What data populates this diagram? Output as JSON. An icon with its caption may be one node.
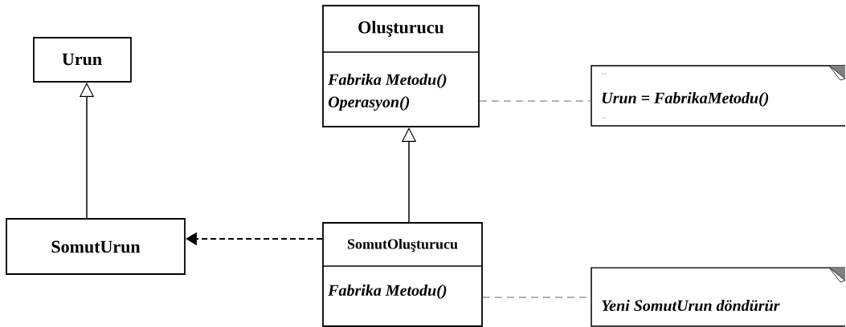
{
  "diagram": {
    "nodes": [
      {
        "text": [
          "Urun"
        ]
      },
      {
        "text": [
          "Oluşturucu",
          "Fabrika Metodu()",
          "Operasyon()"
        ]
      },
      {
        "text": [
          "...",
          "Urun = FabrikaMetodu()",
          "..."
        ]
      },
      {
        "text": [
          "SomutUrun"
        ]
      },
      {
        "text": [
          "SomutOluşturucu",
          "Fabrika Metodu()"
        ]
      },
      {
        "text": [
          "Yeni SomutUrun döndürür"
        ]
      }
    ],
    "edges": [
      {
        "from": 3,
        "to": 0,
        "arrow": "to"
      },
      {
        "from": 4,
        "to": 1,
        "arrow": "to"
      },
      {
        "from": 4,
        "to": 3,
        "arrow": "to",
        "style": "dashed"
      },
      {
        "from": 1,
        "to": 2,
        "arrow": "none",
        "style": "dashed",
        "color": "#555555"
      },
      {
        "from": 4,
        "to": 5,
        "arrow": "none",
        "style": "dashed",
        "color": "#555555"
      }
    ]
  }
}
